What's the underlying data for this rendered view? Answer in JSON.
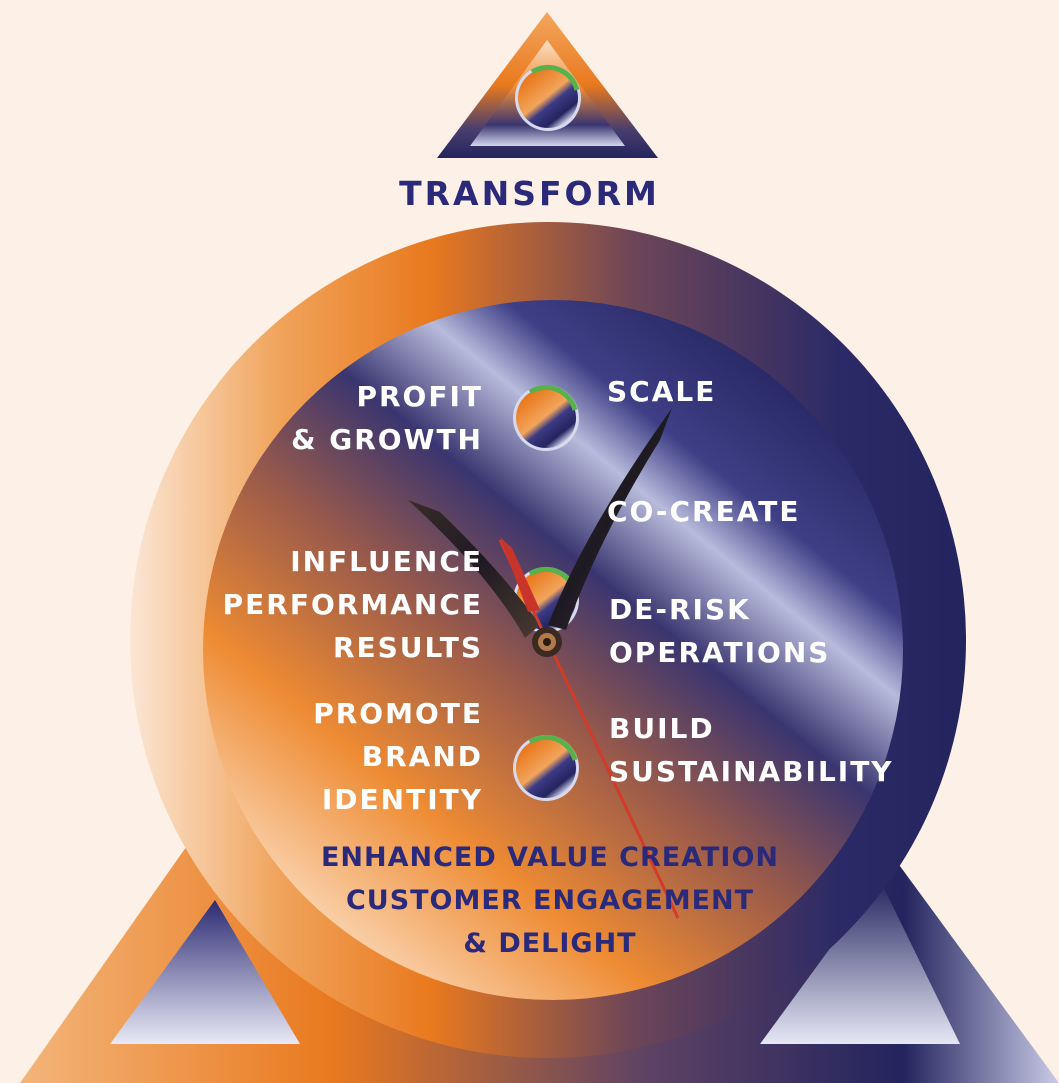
{
  "title": "TRANSFORM",
  "left_labels": {
    "profit": [
      "PROFIT",
      "& GROWTH"
    ],
    "influence": [
      "INFLUENCE",
      "PERFORMANCE",
      "RESULTS"
    ],
    "promote": [
      "PROMOTE",
      "BRAND",
      "IDENTITY"
    ]
  },
  "right_labels": {
    "scale": [
      "SCALE"
    ],
    "cocreate": [
      "CO-CREATE"
    ],
    "derisk": [
      "DE-RISK",
      "OPERATIONS"
    ],
    "build": [
      "BUILD",
      "SUSTAINABILITY"
    ]
  },
  "bottom_text": [
    "ENHANCED VALUE CREATION",
    "CUSTOMER ENGAGEMENT",
    "& DELIGHT"
  ],
  "colors": {
    "background": "#fdf0e6",
    "navy": "#23245e",
    "orange": "#e9791e",
    "title_text": "#2b2a7a",
    "second_hand": "#d23a2a",
    "orb_accent": "#58b14a"
  },
  "icons": [
    "orb-icon",
    "clock-hands"
  ]
}
